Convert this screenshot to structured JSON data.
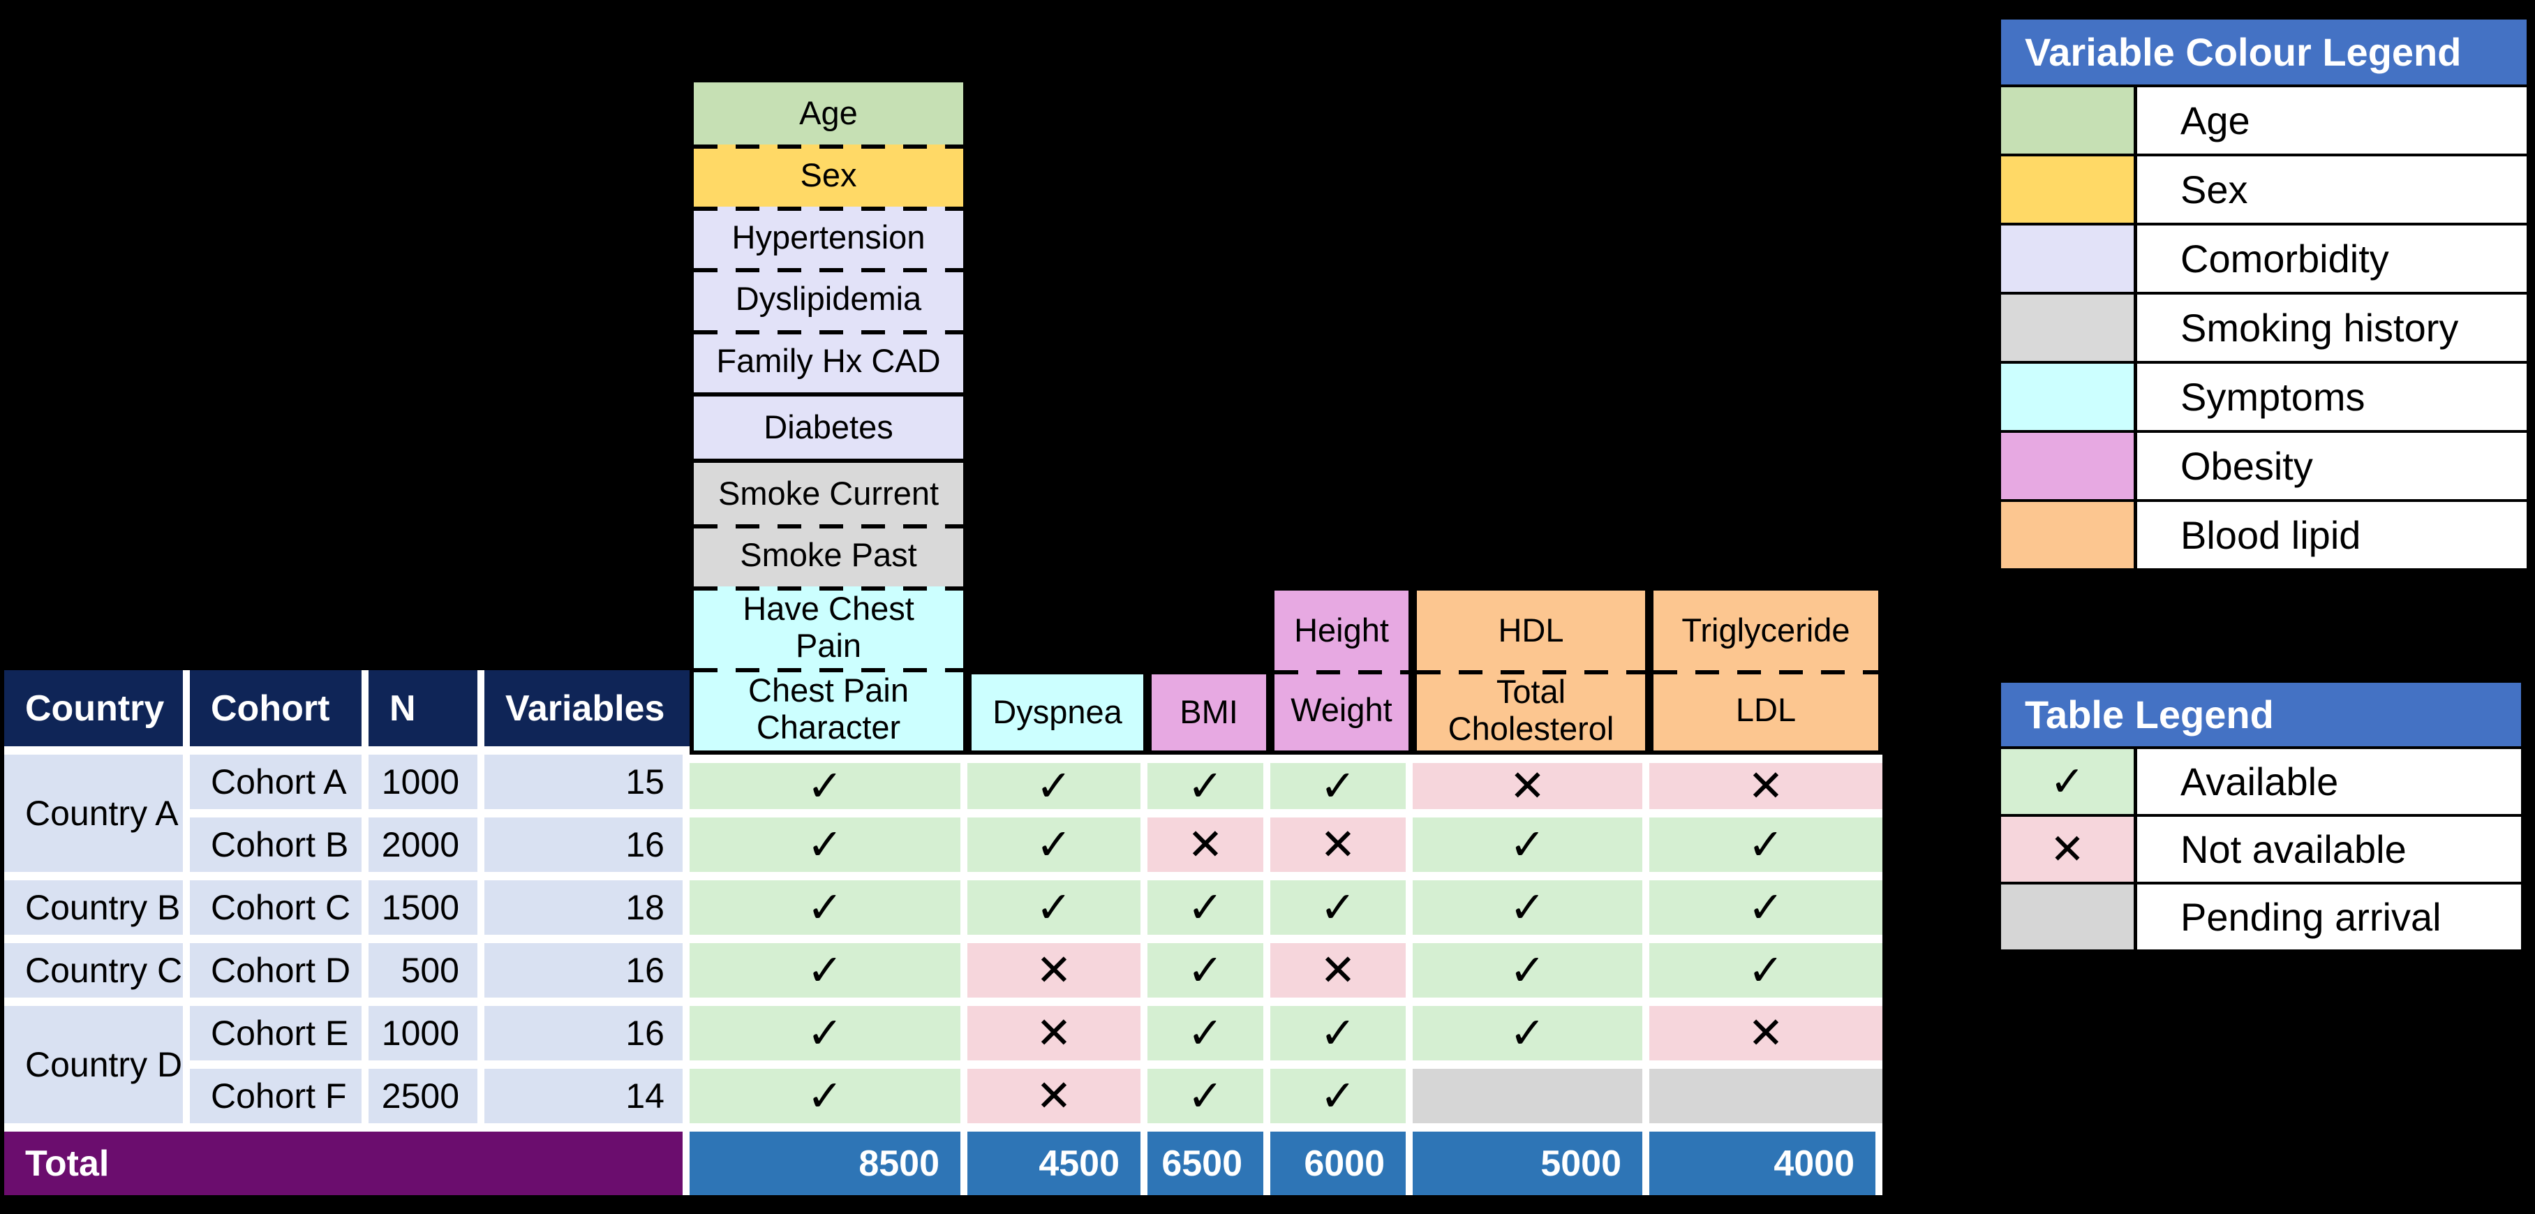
{
  "colors": {
    "background": "#000000",
    "header_navy": "#0F2557",
    "row_label_bg": "#D9E1F2",
    "available_bg": "#D5EFD2",
    "not_available_bg": "#F6D6DC",
    "pending_bg": "#D6D6D6",
    "total_label_bg": "#6B0D6E",
    "total_value_bg": "#2E75B6",
    "legend_header_bg": "#4472C4",
    "group_age": "#C6E0B4",
    "group_sex": "#FFD966",
    "group_comorbidity": "#E2E2F8",
    "group_smoking_history": "#D9D9D9",
    "group_symptoms": "#CCFFFF",
    "group_obesity": "#E7A9E2",
    "group_blood_lipid": "#FCC690"
  },
  "table": {
    "headers": [
      "Country",
      "Cohort",
      "N",
      "Variables"
    ]
  },
  "variable_columns": [
    {
      "cells": [
        "Age",
        "Sex",
        "Hypertension",
        "Dyslipidemia",
        "Family Hx CAD",
        "Diabetes",
        "Smoke Current",
        "Smoke Past",
        "Have Chest\nPain",
        "Chest Pain\nCharacter"
      ]
    },
    {
      "cells": [
        "Dyspnea"
      ]
    },
    {
      "cells": [
        "BMI"
      ]
    },
    {
      "cells": [
        "Height",
        "Weight"
      ]
    },
    {
      "cells": [
        "HDL",
        "Total\nCholesterol"
      ]
    },
    {
      "cells": [
        "Triglyceride",
        "LDL"
      ]
    }
  ],
  "rows": [
    {
      "country": "Country A",
      "cohort": "Cohort A",
      "n": "1000",
      "variables": "15",
      "marks": [
        "✓",
        "✓",
        "✓",
        "✓",
        "✕",
        "✕"
      ]
    },
    {
      "cohort": "Cohort B",
      "n": "2000",
      "variables": "16",
      "marks": [
        "✓",
        "✓",
        "✕",
        "✕",
        "✓",
        "✓"
      ]
    },
    {
      "country": "Country B",
      "cohort": "Cohort C",
      "n": "1500",
      "variables": "18",
      "marks": [
        "✓",
        "✓",
        "✓",
        "✓",
        "✓",
        "✓"
      ]
    },
    {
      "country": "Country C",
      "cohort": "Cohort D",
      "n": "500",
      "variables": "16",
      "marks": [
        "✓",
        "✕",
        "✓",
        "✕",
        "✓",
        "✓"
      ]
    },
    {
      "country": "Country D",
      "cohort": "Cohort E",
      "n": "1000",
      "variables": "16",
      "marks": [
        "✓",
        "✕",
        "✓",
        "✓",
        "✓",
        "✕"
      ]
    },
    {
      "cohort": "Cohort F",
      "n": "2500",
      "variables": "14",
      "marks": [
        "✓",
        "✕",
        "✓",
        "✓",
        "",
        ""
      ]
    }
  ],
  "total": {
    "label": "Total",
    "values": [
      "8500",
      "4500",
      "6500",
      "6000",
      "5000",
      "4000"
    ]
  },
  "variable_colour_legend": {
    "title": "Variable Colour Legend",
    "items": [
      {
        "label": "Age",
        "color": "#C6E0B4"
      },
      {
        "label": "Sex",
        "color": "#FFD966"
      },
      {
        "label": "Comorbidity",
        "color": "#E2E2F8"
      },
      {
        "label": "Smoking history",
        "color": "#D9D9D9"
      },
      {
        "label": "Symptoms",
        "color": "#CCFFFF"
      },
      {
        "label": "Obesity",
        "color": "#E7A9E2"
      },
      {
        "label": "Blood lipid",
        "color": "#FCC690"
      }
    ]
  },
  "table_legend": {
    "title": "Table Legend",
    "items": [
      {
        "symbol": "✓",
        "label": "Available",
        "color": "#D5EFD2"
      },
      {
        "symbol": "✕",
        "label": "Not available",
        "color": "#F6D6DC"
      },
      {
        "symbol": "",
        "label": "Pending arrival",
        "color": "#D6D6D6"
      }
    ]
  },
  "chart_data": {
    "type": "table",
    "columns": [
      "Country",
      "Cohort",
      "N",
      "Variables",
      "Chest Pain Character",
      "Dyspnea",
      "BMI",
      "Weight",
      "Total Cholesterol",
      "LDL"
    ],
    "stacked_variable_headers": {
      "column_1": [
        "Age",
        "Sex",
        "Hypertension",
        "Dyslipidemia",
        "Family Hx CAD",
        "Diabetes",
        "Smoke Current",
        "Smoke Past",
        "Have Chest Pain",
        "Chest Pain Character"
      ],
      "column_4": [
        "Height",
        "Weight"
      ],
      "column_5": [
        "HDL",
        "Total Cholesterol"
      ],
      "column_6": [
        "Triglyceride",
        "LDL"
      ]
    },
    "variable_groups": {
      "Age": [
        "Age"
      ],
      "Sex": [
        "Sex"
      ],
      "Comorbidity": [
        "Hypertension",
        "Dyslipidemia",
        "Family Hx CAD",
        "Diabetes"
      ],
      "Smoking history": [
        "Smoke Current",
        "Smoke Past"
      ],
      "Symptoms": [
        "Have Chest Pain",
        "Chest Pain Character",
        "Dyspnea"
      ],
      "Obesity": [
        "BMI",
        "Height",
        "Weight"
      ],
      "Blood lipid": [
        "HDL",
        "Total Cholesterol",
        "Triglyceride",
        "LDL"
      ]
    },
    "rows": [
      [
        "Country A",
        "Cohort A",
        1000,
        15,
        "available",
        "available",
        "available",
        "available",
        "not_available",
        "not_available"
      ],
      [
        "Country A",
        "Cohort B",
        2000,
        16,
        "available",
        "available",
        "not_available",
        "not_available",
        "available",
        "available"
      ],
      [
        "Country B",
        "Cohort C",
        1500,
        18,
        "available",
        "available",
        "available",
        "available",
        "available",
        "available"
      ],
      [
        "Country C",
        "Cohort D",
        500,
        16,
        "available",
        "not_available",
        "available",
        "not_available",
        "available",
        "available"
      ],
      [
        "Country D",
        "Cohort E",
        1000,
        16,
        "available",
        "not_available",
        "available",
        "available",
        "available",
        "not_available"
      ],
      [
        "Country D",
        "Cohort F",
        2500,
        14,
        "available",
        "not_available",
        "available",
        "available",
        "pending",
        "pending"
      ]
    ],
    "totals": [
      8500,
      4500,
      6500,
      6000,
      5000,
      4000
    ]
  }
}
